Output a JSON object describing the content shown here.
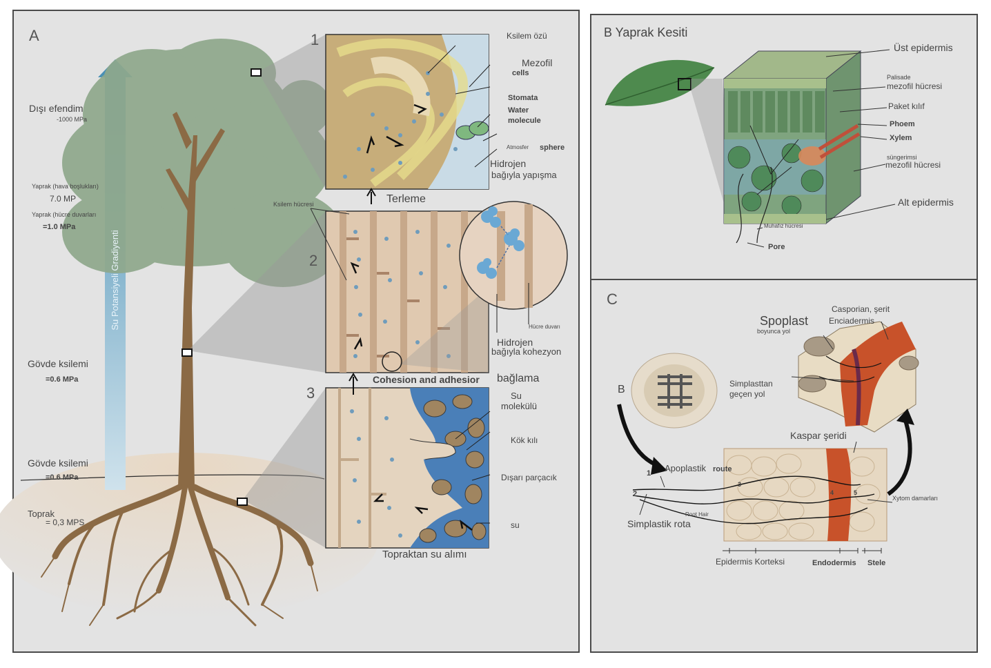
{
  "colors": {
    "panel_bg": "#e3e3e3",
    "border": "#4a4a4a",
    "trunk": "#8b6a45",
    "leaves": "#8fa88c",
    "arrow": "#5f9fc0",
    "casparian": "#c8522a",
    "water": "#4a7fb8"
  },
  "panel_a": {
    "letter": "A",
    "gradient_label": "Su Potansiyeli Gradiyenti",
    "left_labels": {
      "outside_title": "Dışı efendim",
      "outside_value": "-1000 MPa",
      "leaf_air_title": "Yaprak (hava boşlukları)",
      "leaf_air_value": "7.0 MP",
      "leaf_wall_title": "Yaprak (hücre duvarları",
      "leaf_wall_value": "=1.0 MPa",
      "stem_upper_title": "Gövde ksilemi",
      "stem_upper_value": "=0.6 MPa",
      "stem_lower_title": "Gövde ksilemi",
      "stem_lower_value": "=0.6 MPa",
      "soil_title": "Toprak",
      "soil_value": "= 0,3 MPS"
    },
    "inset1": {
      "number": "1",
      "labels": {
        "xylem_core": "Ksilem özü",
        "mesophyll": "Mezofil",
        "cells": "cells",
        "stomata": "Stomata",
        "water_molecule_1": "Water",
        "water_molecule_2": "molecule",
        "atmosphere_small": "Atmosfer",
        "atmosphere": "sphere",
        "hydrogen": "Hidrojen",
        "adhesion": "bağıyla yapışma",
        "caption": "Terleme"
      }
    },
    "inset2": {
      "number": "2",
      "labels": {
        "xylem_cell": "Ksilem hücresi",
        "cell_wall": "Hücre duvarı",
        "hydrogen": "Hidrojen",
        "cohesion": "bağıyla kohezyon",
        "caption_bold": "Cohesion and adhesior",
        "caption_tail": "bağlama"
      }
    },
    "inset3": {
      "number": "3",
      "labels": {
        "water_molecule_1": "Su",
        "water_molecule_2": "molekülü",
        "root_hair": "Kök kılı",
        "soil_particle": "Dışarı parçacık",
        "water": "su",
        "caption": "Topraktan su alımı"
      }
    }
  },
  "panel_b": {
    "title": "B Yaprak Kesiti",
    "labels": {
      "upper_epidermis": "Üst epidermis",
      "palisade_1": "Palisade",
      "palisade_2": "mezofil hücresi",
      "bundle_sheath": "Paket kılıf",
      "phloem": "Phoem",
      "xylem": "Xylem",
      "spongy_1": "süngerimsi",
      "spongy_2": "mezofil hücresi",
      "lower_epidermis": "Alt epidermis",
      "guard_cell": "Muhafız hücresi",
      "pore": "Pore"
    }
  },
  "panel_c": {
    "letter": "C",
    "inset_letter": "B",
    "labels": {
      "spoplast": "Spoplast",
      "spoplast_sub": "boyunca yol",
      "casparian_top_1": "Casporian, şerit",
      "casparian_top_2": "Enciadermis",
      "symplast_1": "Simplasttan",
      "symplast_2": "geçen yol",
      "casparian_strip": "Kaspar şeridi",
      "apoplastic": "Apoplastik",
      "apoplastic_tail": "route",
      "symplastic": "Simplastik rota",
      "root_hair": "Root Hair",
      "xylem_vessels": "Xytom damarları",
      "num_1": "1",
      "num_2": "2",
      "num_3": "3",
      "num_4": "4",
      "num_5": "5",
      "epidermis_cortex": "Epidermis Korteksi",
      "endodermis": "Endodermis",
      "stele": "Stele"
    }
  }
}
